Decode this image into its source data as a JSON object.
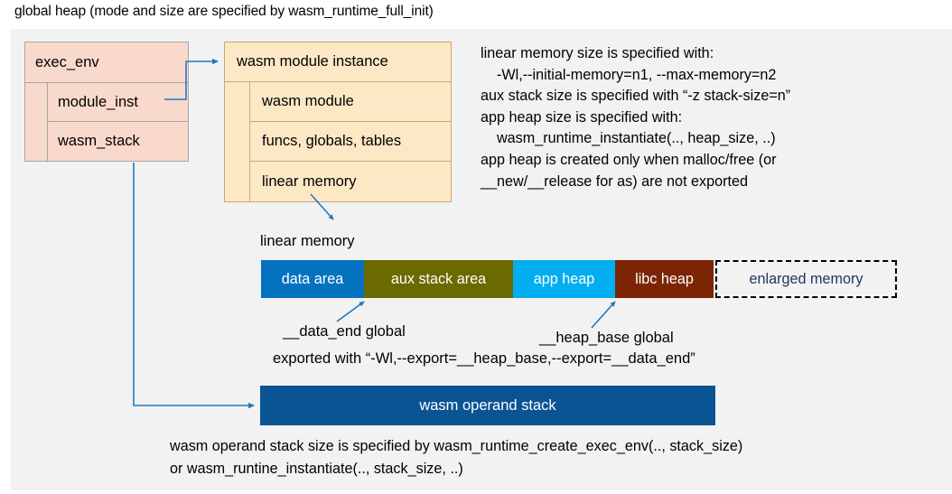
{
  "title": "global heap (mode and size are specified by wasm_runtime_full_init)",
  "colors": {
    "panel_bg": "#f2f2f2",
    "exec_env_fill": "#fad9cd",
    "module_inst_fill": "#fde8c6",
    "data_area": "#0572c0",
    "aux_stack_area": "#6a6a00",
    "app_heap": "#01aeef",
    "libc_heap": "#7b2504",
    "enlarged_memory_text": "#1f3864",
    "operand_stack": "#0a5494",
    "connector": "#1f7ac0"
  },
  "exec_env": {
    "header": "exec_env",
    "rows": [
      {
        "label": "module_inst"
      },
      {
        "label": "wasm_stack"
      }
    ]
  },
  "module_instance": {
    "header": "wasm module instance",
    "rows": [
      {
        "label": "wasm module"
      },
      {
        "label": "funcs, globals, tables"
      },
      {
        "label": "linear memory"
      }
    ]
  },
  "right_note": "linear memory size is specified with:\n    -Wl,--initial-memory=n1, --max-memory=n2\naux stack size is specified with “-z stack-size=n”\napp heap size is specified with:\n    wasm_runtime_instantiate(.., heap_size, ..)\napp heap is created only when malloc/free (or\n__new/__release for as) are not exported",
  "linear_memory": {
    "caption": "linear memory",
    "segments": [
      {
        "label": "data area",
        "color": "#0572c0"
      },
      {
        "label": "aux stack area",
        "color": "#6a6a00"
      },
      {
        "label": "app heap",
        "color": "#01aeef"
      },
      {
        "label": "libc heap",
        "color": "#7b2504"
      },
      {
        "label": "enlarged memory",
        "color": "#f2f2f2"
      }
    ],
    "annotations": {
      "data_end": "__data_end global",
      "heap_base": "__heap_base global",
      "exported": "exported with “-Wl,--export=__heap_base,--export=__data_end”"
    }
  },
  "operand_stack": {
    "label": "wasm operand stack",
    "note": "wasm operand stack size is specified by wasm_runtime_create_exec_env(.., stack_size)\nor wasm_runtine_instantiate(.., stack_size, ..)"
  }
}
